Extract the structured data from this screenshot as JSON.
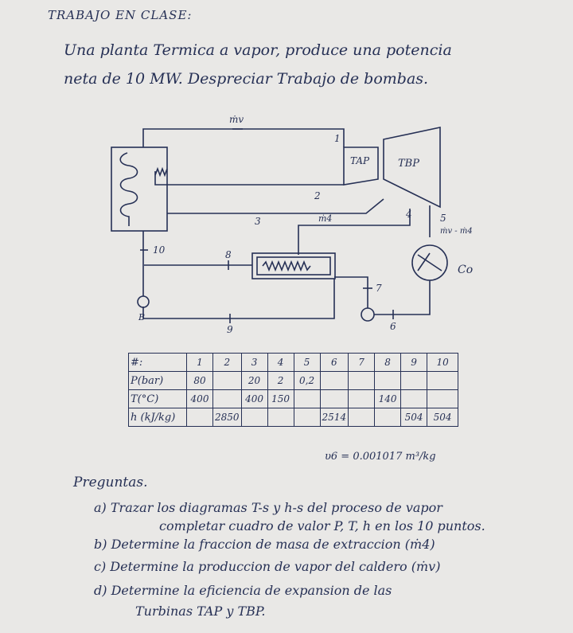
{
  "title": "TRABAJO EN CLASE:",
  "statement": {
    "line1": "Una planta Termica a vapor, produce una potencia",
    "line2": "neta de 10 MW. Despreciar Trabajo de bombas."
  },
  "diagram": {
    "label_mv": "ṁv",
    "label_tap": "TAP",
    "label_tbp": "TBP",
    "label_m4": "ṁ4",
    "label_5flow": "ṁv - ṁ4",
    "label_co": "Co",
    "label_b": "B",
    "points": [
      "1",
      "2",
      "3",
      "4",
      "5",
      "6",
      "7",
      "8",
      "9",
      "10"
    ]
  },
  "table": {
    "headers": [
      "#:",
      "1",
      "2",
      "3",
      "4",
      "5",
      "6",
      "7",
      "8",
      "9",
      "10"
    ],
    "rows": [
      [
        "P(bar)",
        "80",
        "",
        "20",
        "2",
        "0,2",
        "",
        "",
        "",
        "",
        ""
      ],
      [
        "T(°C)",
        "400",
        "",
        "400",
        "150",
        "",
        "",
        "",
        "140",
        "",
        ""
      ],
      [
        "h (kJ/kg)",
        "",
        "2850",
        "",
        "",
        "",
        "2514",
        "",
        "",
        "504",
        "504"
      ]
    ]
  },
  "note": "υ6 = 0.001017 m³/kg",
  "questions": {
    "heading": "Preguntas.",
    "a1": "a) Trazar los diagramas T-s y h-s del proceso de vapor",
    "a2": "completar cuadro de valor P, T, h en los 10 puntos.",
    "b": "b) Determine la fraccion de masa de extraccion (ṁ4)",
    "c": "c) Determine la produccion de vapor del caldero (ṁv)",
    "d1": "d) Determine la eficiencia de expansion de las",
    "d2": "Turbinas TAP y TBP."
  }
}
